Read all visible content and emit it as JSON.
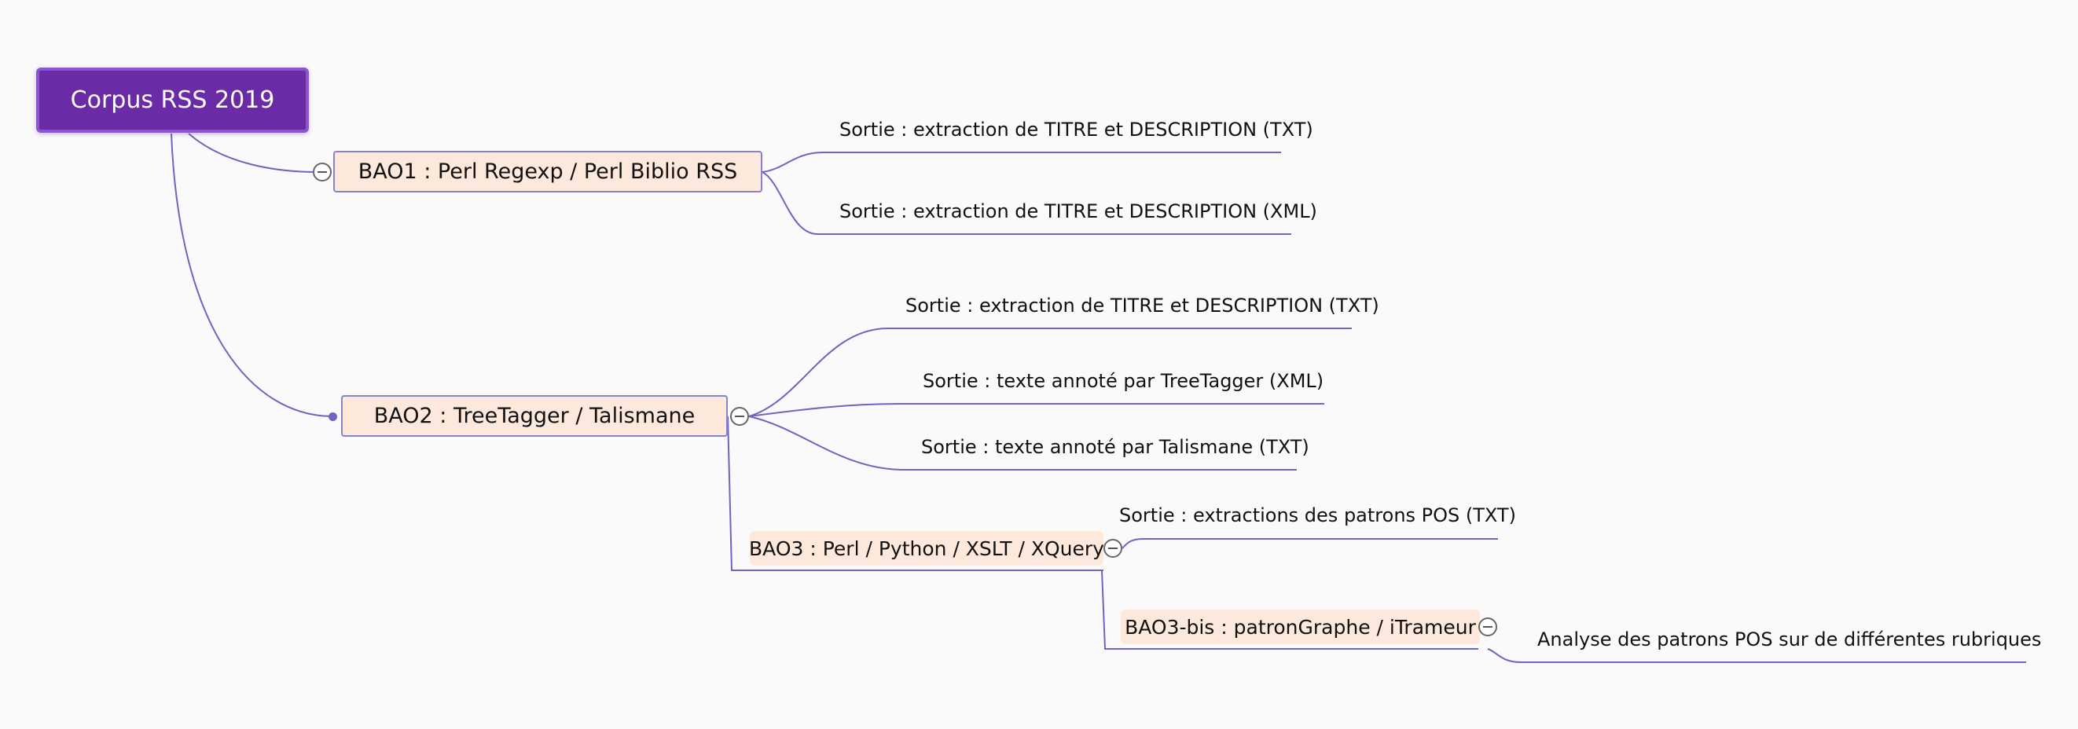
{
  "mindmap": {
    "root": {
      "label": "Corpus RSS 2019"
    },
    "branches": [
      {
        "label": "BAO1 : Perl Regexp / Perl Biblio RSS",
        "children": [
          "Sortie : extraction de TITRE et DESCRIPTION (TXT)",
          "Sortie : extraction de TITRE et DESCRIPTION (XML)"
        ]
      },
      {
        "label": "BAO2 : TreeTagger / Talismane",
        "children": [
          "Sortie : extraction de TITRE et DESCRIPTION (TXT)",
          "Sortie : texte annoté par TreeTagger (XML)",
          "Sortie : texte annoté par Talismane (TXT)"
        ],
        "sub": {
          "label": "BAO3 : Perl / Python / XSLT / XQuery",
          "children": [
            "Sortie : extractions des patrons POS (TXT)"
          ],
          "sub": {
            "label": "BAO3-bis : patronGraphe / iTrameur",
            "children": [
              "Analyse des patrons POS sur de différentes rubriques"
            ]
          }
        }
      }
    ]
  },
  "colors": {
    "root_fill": "#6b2aa6",
    "root_border": "#8a55d0",
    "node_fill": "#fde8dc",
    "node_border": "#8a82c8",
    "connector": "#6e65c0",
    "background": "#fafafa"
  },
  "icons": {
    "collapse_toggle": "minus-circle-icon"
  }
}
